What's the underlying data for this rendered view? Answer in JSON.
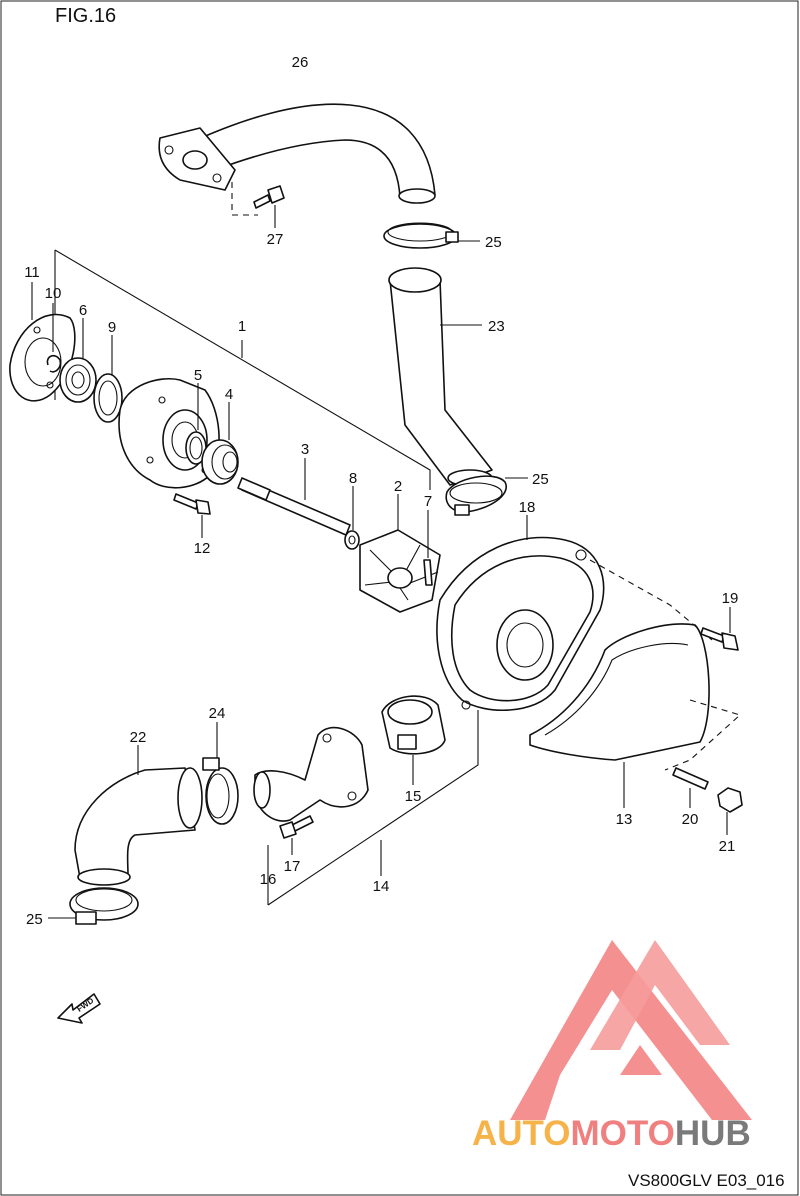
{
  "figure_title": "FIG.16",
  "figure_code": "VS800GLV E03_016",
  "fwd_label": "FWD",
  "watermark": {
    "part1": "AUTO",
    "part2": "MOTO",
    "part3": "HUB",
    "colors": {
      "auto": "#f6b34a",
      "moto": "#f07f7f",
      "hub": "#7a7a7a",
      "logo": "#f26f6f"
    }
  },
  "callouts": {
    "c1": "1",
    "c2": "2",
    "c3": "3",
    "c4": "4",
    "c5": "5",
    "c6": "6",
    "c7": "7",
    "c8": "8",
    "c9": "9",
    "c10": "10",
    "c11": "11",
    "c12": "12",
    "c13": "13",
    "c14": "14",
    "c15": "15",
    "c16": "16",
    "c17": "17",
    "c18": "18",
    "c19": "19",
    "c20": "20",
    "c21": "21",
    "c22": "22",
    "c23": "23",
    "c24": "24",
    "c25a": "25",
    "c25b": "25",
    "c25c": "25",
    "c26": "26",
    "c27": "27"
  }
}
